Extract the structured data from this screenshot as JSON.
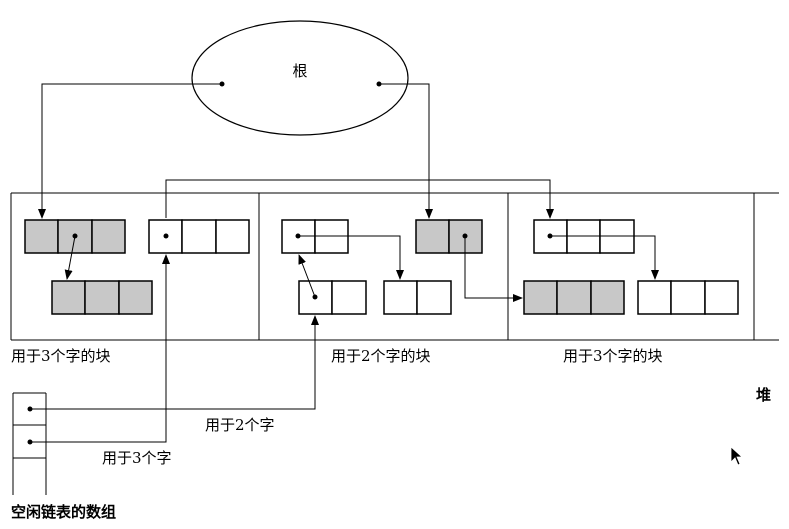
{
  "root": {
    "label": "根"
  },
  "heap": {
    "label": "堆"
  },
  "blocks": [
    {
      "label": "用于3个字的块"
    },
    {
      "label": "用于2个字的块"
    },
    {
      "label": "用于3个字的块"
    }
  ],
  "free_list": {
    "label": "空闲链表的数组",
    "entry_labels": [
      "用于2个字",
      "用于3个字"
    ]
  }
}
